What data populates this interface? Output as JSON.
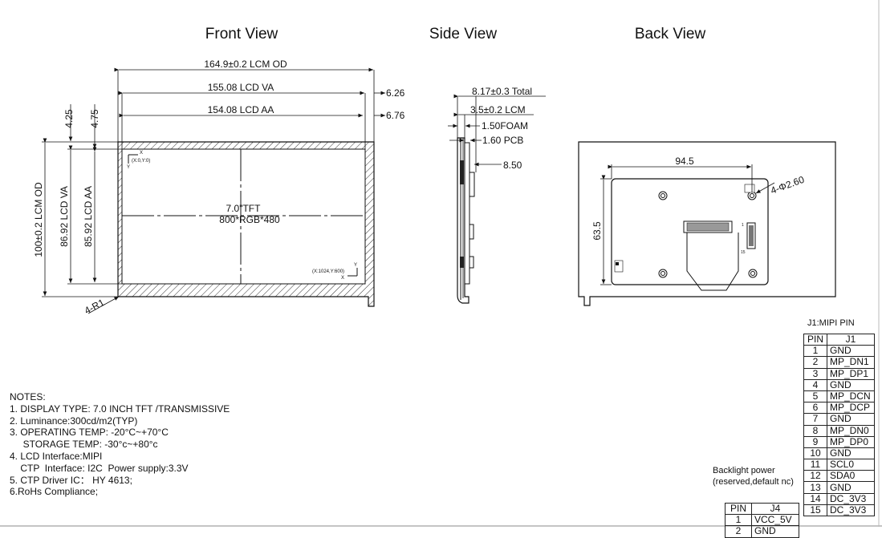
{
  "views": {
    "front_title": "Front View",
    "side_title": "Side View",
    "back_title": "Back View"
  },
  "front": {
    "od_width": "164.9±0.2 LCM OD",
    "va_width": "155.08  LCD VA",
    "aa_width": "154.08  LCD  AA",
    "right_offset_va": "6.26",
    "right_offset_aa": "6.76",
    "top_offset_1": "4.25",
    "top_offset_2": "4.75",
    "od_height": "100±0.2 LCM OD",
    "va_height": "86.92 LCD VA",
    "aa_height": "85.92 LCD AA",
    "panel_line1": "7.0\"TFT",
    "panel_line2": "800*RGB*480",
    "origin_label": "(X:0,Y:0)",
    "end_label": "(X:1024,Y:600)",
    "axis_x": "X",
    "axis_y": "Y",
    "corner_radius": "4-R1"
  },
  "side": {
    "total": "8.17±0.3  Total",
    "lcm": "3.5±0.2 LCM",
    "foam": "1.50FOAM",
    "pcb": "1.60 PCB",
    "conn": "8.50"
  },
  "back": {
    "width_dim": "94.5",
    "height_dim": "63.5",
    "hole_dim": "4-Φ2.60",
    "pin_1": "1",
    "pin_15": "15"
  },
  "notes": {
    "heading": "NOTES:",
    "lines": [
      "1. DISPLAY TYPE: 7.0 INCH TFT /TRANSMISSIVE",
      "2. Luminance:300cd/m2(TYP)",
      "3. OPERATING TEMP: -20°C~+70°C",
      "     STORAGE TEMP: -30°c~+80°c",
      "4. LCD Interface:MIPI",
      "    CTP  Interface: I2C  Power supply:3.3V",
      "5. CTP Driver IC： HY 4613;",
      "6.RoHs Compliance;"
    ]
  },
  "j1": {
    "title": "J1:MIPI PIN",
    "header_pin": "PIN",
    "header_name": "J1",
    "rows": [
      {
        "pin": "1",
        "name": "GND"
      },
      {
        "pin": "2",
        "name": "MP_DN1"
      },
      {
        "pin": "3",
        "name": "MP_DP1"
      },
      {
        "pin": "4",
        "name": "GND"
      },
      {
        "pin": "5",
        "name": "MP_DCN"
      },
      {
        "pin": "6",
        "name": "MP_DCP"
      },
      {
        "pin": "7",
        "name": "GND"
      },
      {
        "pin": "8",
        "name": "MP_DN0"
      },
      {
        "pin": "9",
        "name": "MP_DP0"
      },
      {
        "pin": "10",
        "name": "GND"
      },
      {
        "pin": "11",
        "name": "SCL0"
      },
      {
        "pin": "12",
        "name": "SDA0"
      },
      {
        "pin": "13",
        "name": "GND"
      },
      {
        "pin": "14",
        "name": "DC_3V3"
      },
      {
        "pin": "15",
        "name": "DC_3V3"
      }
    ]
  },
  "j4": {
    "title_line1": "Backlight power",
    "title_line2": "(reserved,default nc)",
    "header_pin": "PIN",
    "header_name": "J4",
    "rows": [
      {
        "pin": "1",
        "name": "VCC_5V"
      },
      {
        "pin": "2",
        "name": "GND"
      }
    ]
  }
}
